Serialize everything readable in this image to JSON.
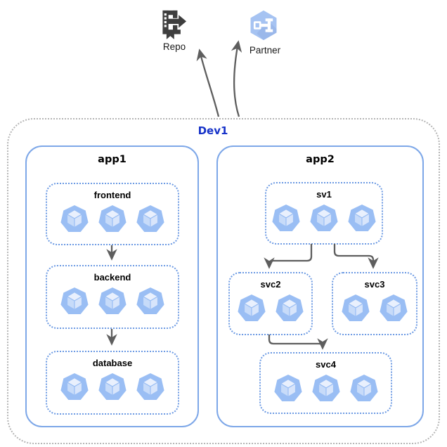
{
  "boundary": {
    "label": "Dev1"
  },
  "external": {
    "repo": {
      "label": "Repo",
      "icon": "repo-book-icon"
    },
    "partner": {
      "label": "Partner",
      "icon": "partner-hexagon-icon"
    }
  },
  "apps": [
    {
      "title": "app1",
      "services": [
        {
          "name": "frontend",
          "pods": 3
        },
        {
          "name": "backend",
          "pods": 3
        },
        {
          "name": "database",
          "pods": 3
        }
      ]
    },
    {
      "title": "app2",
      "services": [
        {
          "name": "sv1",
          "pods": 3
        },
        {
          "name": "svc2",
          "pods": 2
        },
        {
          "name": "svc3",
          "pods": 2
        },
        {
          "name": "svc4",
          "pods": 3
        }
      ]
    }
  ],
  "edges": [
    {
      "from": "frontend",
      "to": "backend"
    },
    {
      "from": "backend",
      "to": "database"
    },
    {
      "from": "sv1",
      "to": "svc2"
    },
    {
      "from": "sv1",
      "to": "svc3"
    },
    {
      "from": "svc2",
      "to": "svc4"
    },
    {
      "from": "Dev1",
      "to": "Repo"
    },
    {
      "from": "Dev1",
      "to": "Partner"
    }
  ],
  "colors": {
    "appBorder": "#7da7e8",
    "dotBorder": "#6c9ae3",
    "outerBorder": "#b5b5b5",
    "edge": "#5e5e5e",
    "devLabel": "#1733c9",
    "podMain": "#9abef4",
    "podTop": "#e9f0fd",
    "podLeft": "#c7dbf9",
    "podRight": "#d8e5fb",
    "iconDark": "#3e3e3e",
    "hexFill": "#a6c3f2",
    "text": "#1a1a1a"
  }
}
